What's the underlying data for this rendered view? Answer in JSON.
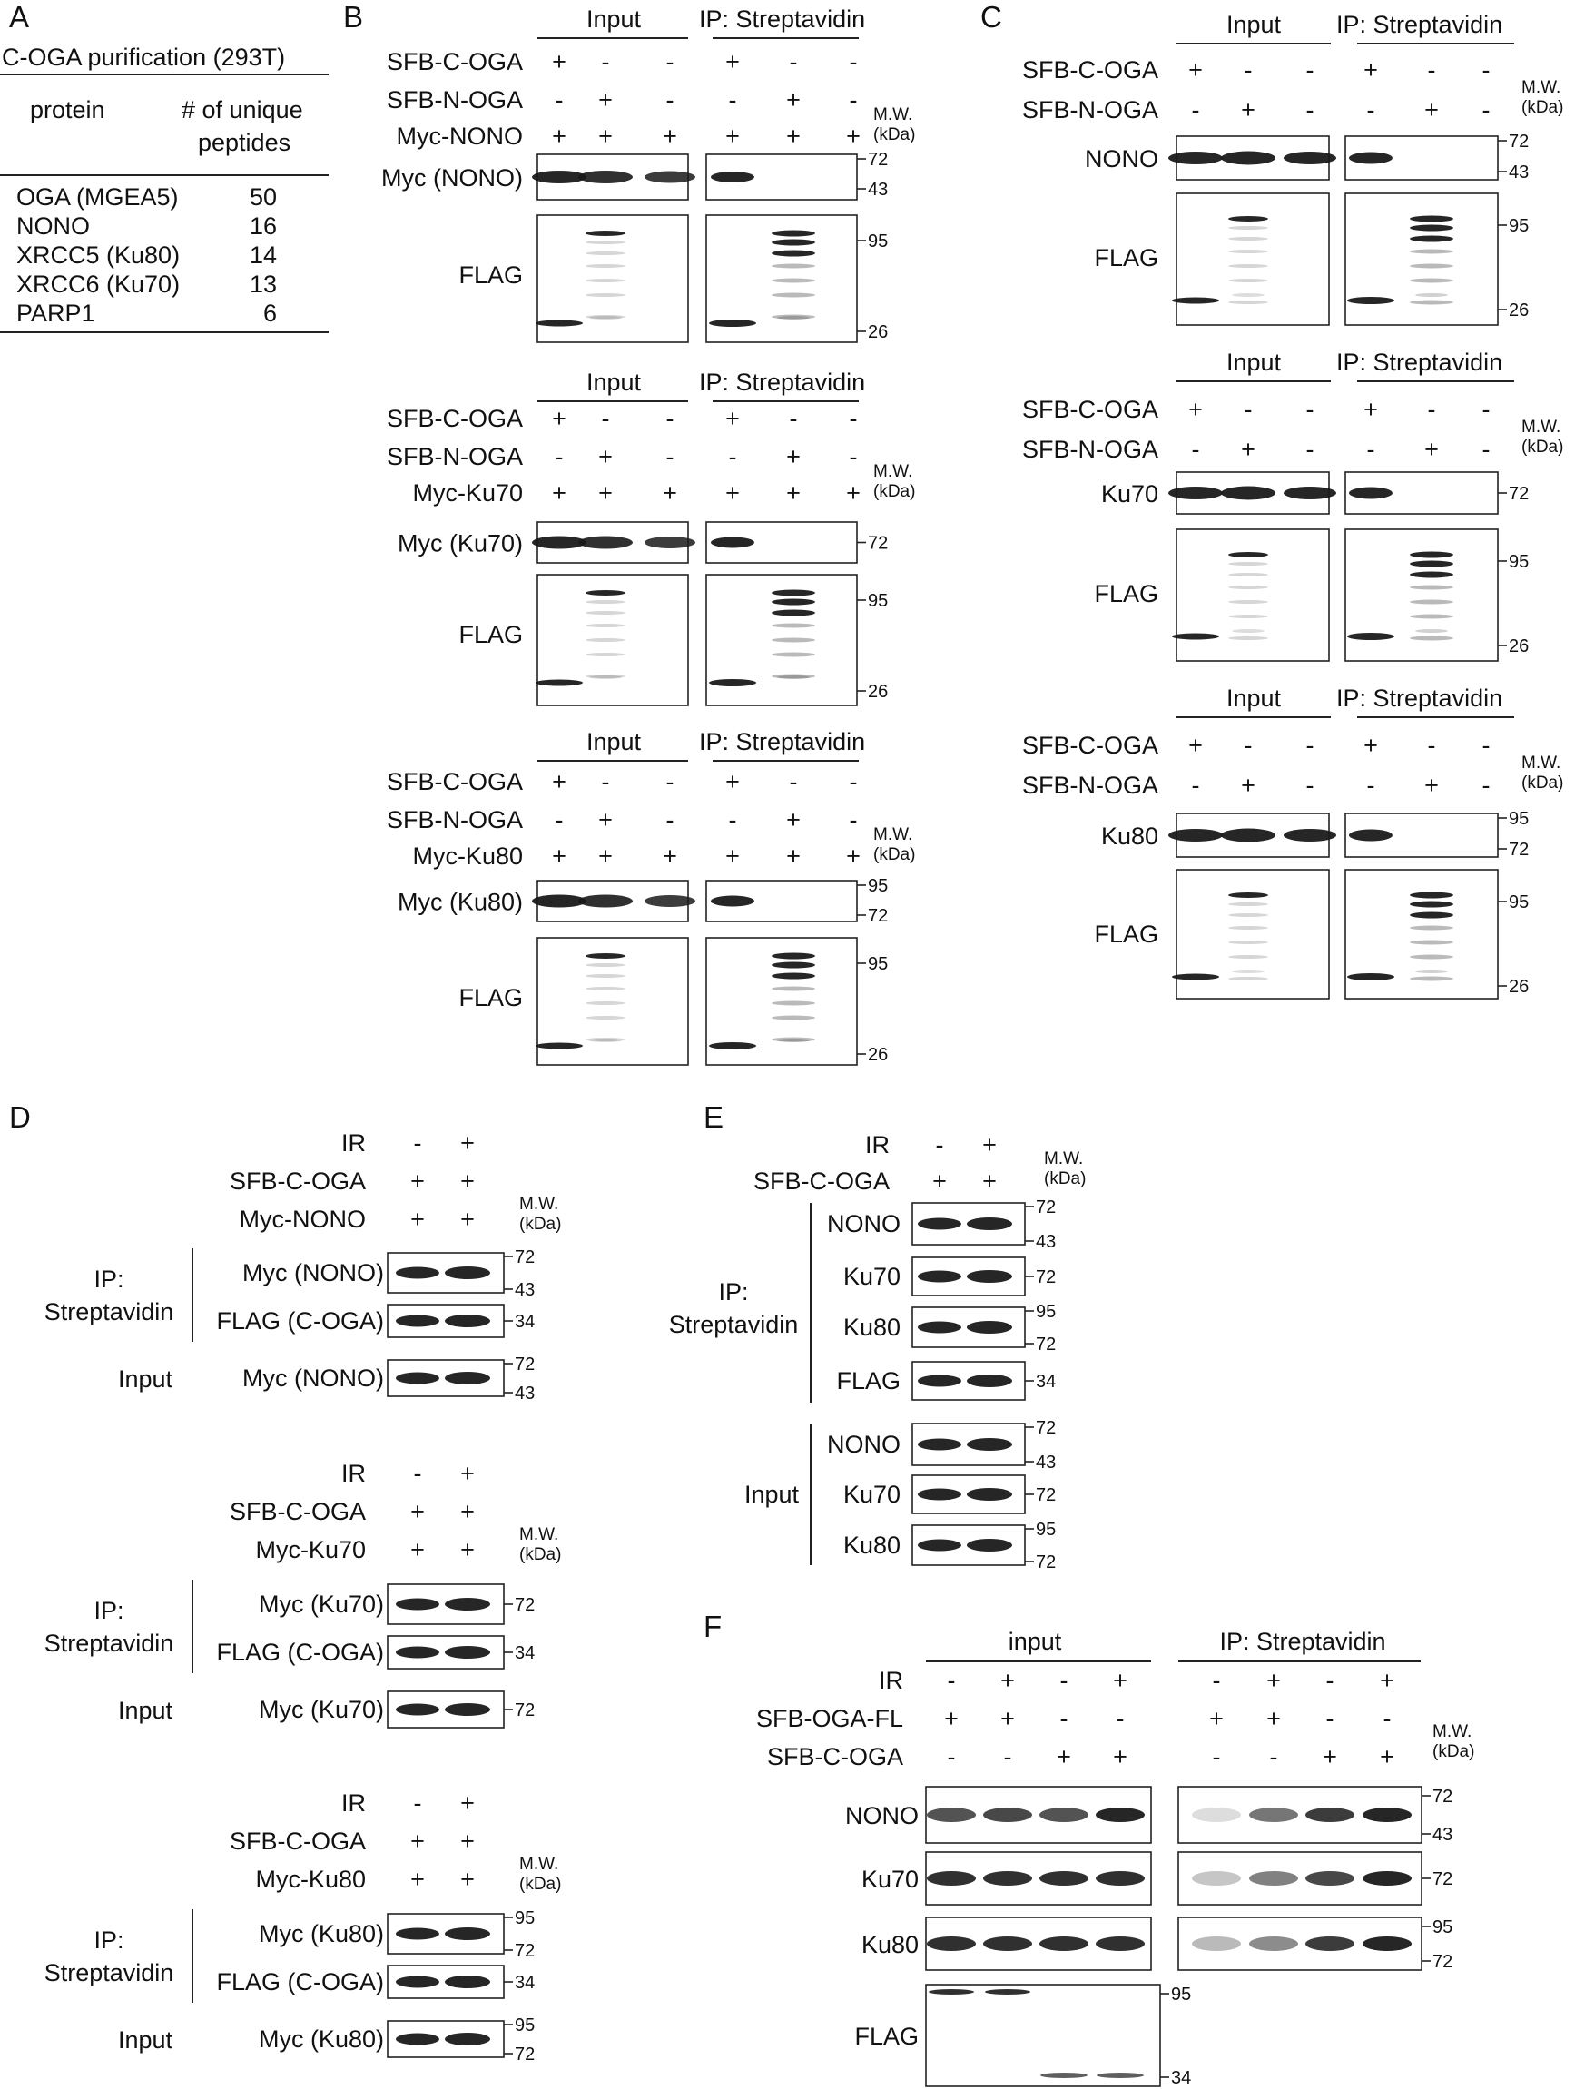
{
  "panels": {
    "A": {
      "letter": "A",
      "title": "C-OGA purification (293T)",
      "col_protein": "protein",
      "col_peptides_l1": "# of unique",
      "col_peptides_l2": "peptides",
      "rows": [
        {
          "protein": "OGA (MGEA5)",
          "peptides": "50"
        },
        {
          "protein": "NONO",
          "peptides": "16"
        },
        {
          "protein": "XRCC5 (Ku80)",
          "peptides": "14"
        },
        {
          "protein": "XRCC6 (Ku70)",
          "peptides": "13"
        },
        {
          "protein": "PARP1",
          "peptides": "6"
        }
      ]
    },
    "B": {
      "letter": "B",
      "blocks": [
        {
          "input": "Input",
          "ip": "IP: Streptavidin",
          "rows": [
            {
              "label": "SFB-C-OGA",
              "signs": [
                "+",
                "-",
                "-",
                "+",
                "-",
                "-"
              ]
            },
            {
              "label": "SFB-N-OGA",
              "signs": [
                "-",
                "+",
                "-",
                "-",
                "+",
                "-"
              ]
            },
            {
              "label": "Myc-NONO",
              "signs": [
                "+",
                "+",
                "+",
                "+",
                "+",
                "+"
              ]
            }
          ],
          "mw": [
            "M.W.",
            "(kDa)"
          ],
          "blots": [
            {
              "label": "Myc (NONO)",
              "markers": [
                "72",
                "43"
              ]
            },
            {
              "label": "FLAG",
              "markers": [
                "95",
                "26"
              ]
            }
          ]
        },
        {
          "input": "Input",
          "ip": "IP: Streptavidin",
          "rows": [
            {
              "label": "SFB-C-OGA",
              "signs": [
                "+",
                "-",
                "-",
                "+",
                "-",
                "-"
              ]
            },
            {
              "label": "SFB-N-OGA",
              "signs": [
                "-",
                "+",
                "-",
                "-",
                "+",
                "-"
              ]
            },
            {
              "label": "Myc-Ku70",
              "signs": [
                "+",
                "+",
                "+",
                "+",
                "+",
                "+"
              ]
            }
          ],
          "mw": [
            "M.W.",
            "(kDa)"
          ],
          "blots": [
            {
              "label": "Myc (Ku70)",
              "markers": [
                "72"
              ]
            },
            {
              "label": "FLAG",
              "markers": [
                "95",
                "26"
              ]
            }
          ]
        },
        {
          "input": "Input",
          "ip": "IP: Streptavidin",
          "rows": [
            {
              "label": "SFB-C-OGA",
              "signs": [
                "+",
                "-",
                "-",
                "+",
                "-",
                "-"
              ]
            },
            {
              "label": "SFB-N-OGA",
              "signs": [
                "-",
                "+",
                "-",
                "-",
                "+",
                "-"
              ]
            },
            {
              "label": "Myc-Ku80",
              "signs": [
                "+",
                "+",
                "+",
                "+",
                "+",
                "+"
              ]
            }
          ],
          "mw": [
            "M.W.",
            "(kDa)"
          ],
          "blots": [
            {
              "label": "Myc (Ku80)",
              "markers": [
                "95",
                "72"
              ]
            },
            {
              "label": "FLAG",
              "markers": [
                "95",
                "26"
              ]
            }
          ]
        }
      ]
    },
    "C": {
      "letter": "C",
      "blocks": [
        {
          "input": "Input",
          "ip": "IP: Streptavidin",
          "rows": [
            {
              "label": "SFB-C-OGA",
              "signs": [
                "+",
                "-",
                "-",
                "+",
                "-",
                "-"
              ]
            },
            {
              "label": "SFB-N-OGA",
              "signs": [
                "-",
                "+",
                "-",
                "-",
                "+",
                "-"
              ]
            }
          ],
          "mw": [
            "M.W.",
            "(kDa)"
          ],
          "blots": [
            {
              "label": "NONO",
              "markers": [
                "72",
                "43"
              ]
            },
            {
              "label": "FLAG",
              "markers": [
                "95",
                "26"
              ]
            }
          ]
        },
        {
          "input": "Input",
          "ip": "IP: Streptavidin",
          "rows": [
            {
              "label": "SFB-C-OGA",
              "signs": [
                "+",
                "-",
                "-",
                "+",
                "-",
                "-"
              ]
            },
            {
              "label": "SFB-N-OGA",
              "signs": [
                "-",
                "+",
                "-",
                "-",
                "+",
                "-"
              ]
            }
          ],
          "mw": [
            "M.W.",
            "(kDa)"
          ],
          "blots": [
            {
              "label": "Ku70",
              "markers": [
                "72"
              ]
            },
            {
              "label": "FLAG",
              "markers": [
                "95",
                "26"
              ]
            }
          ]
        },
        {
          "input": "Input",
          "ip": "IP: Streptavidin",
          "rows": [
            {
              "label": "SFB-C-OGA",
              "signs": [
                "+",
                "-",
                "-",
                "+",
                "-",
                "-"
              ]
            },
            {
              "label": "SFB-N-OGA",
              "signs": [
                "-",
                "+",
                "-",
                "-",
                "+",
                "-"
              ]
            }
          ],
          "mw": [
            "M.W.",
            "(kDa)"
          ],
          "blots": [
            {
              "label": "Ku80",
              "markers": [
                "95",
                "72"
              ]
            },
            {
              "label": "FLAG",
              "markers": [
                "95",
                "26"
              ]
            }
          ]
        }
      ]
    },
    "D": {
      "letter": "D",
      "blocks": [
        {
          "rows": [
            {
              "label": "IR",
              "signs": [
                "-",
                "+"
              ]
            },
            {
              "label": "SFB-C-OGA",
              "signs": [
                "+",
                "+"
              ]
            },
            {
              "label": "Myc-NONO",
              "signs": [
                "+",
                "+"
              ]
            }
          ],
          "mw": [
            "M.W.",
            "(kDa)"
          ],
          "ip_l1": "IP:",
          "ip_l2": "Streptavidin",
          "input": "Input",
          "blots": [
            {
              "label": "Myc (NONO)",
              "markers": [
                "72",
                "43"
              ]
            },
            {
              "label": "FLAG (C-OGA)",
              "markers": [
                "34"
              ]
            },
            {
              "label": "Myc (NONO)",
              "markers": [
                "72",
                "43"
              ]
            }
          ]
        },
        {
          "rows": [
            {
              "label": "IR",
              "signs": [
                "-",
                "+"
              ]
            },
            {
              "label": "SFB-C-OGA",
              "signs": [
                "+",
                "+"
              ]
            },
            {
              "label": "Myc-Ku70",
              "signs": [
                "+",
                "+"
              ]
            }
          ],
          "mw": [
            "M.W.",
            "(kDa)"
          ],
          "ip_l1": "IP:",
          "ip_l2": "Streptavidin",
          "input": "Input",
          "blots": [
            {
              "label": "Myc (Ku70)",
              "markers": [
                "72"
              ]
            },
            {
              "label": "FLAG (C-OGA)",
              "markers": [
                "34"
              ]
            },
            {
              "label": "Myc (Ku70)",
              "markers": [
                "72"
              ]
            }
          ]
        },
        {
          "rows": [
            {
              "label": "IR",
              "signs": [
                "-",
                "+"
              ]
            },
            {
              "label": "SFB-C-OGA",
              "signs": [
                "+",
                "+"
              ]
            },
            {
              "label": "Myc-Ku80",
              "signs": [
                "+",
                "+"
              ]
            }
          ],
          "mw": [
            "M.W.",
            "(kDa)"
          ],
          "ip_l1": "IP:",
          "ip_l2": "Streptavidin",
          "input": "Input",
          "blots": [
            {
              "label": "Myc (Ku80)",
              "markers": [
                "95",
                "72"
              ]
            },
            {
              "label": "FLAG (C-OGA)",
              "markers": [
                "34"
              ]
            },
            {
              "label": "Myc (Ku80)",
              "markers": [
                "95",
                "72"
              ]
            }
          ]
        }
      ]
    },
    "E": {
      "letter": "E",
      "rows": [
        {
          "label": "IR",
          "signs": [
            "-",
            "+"
          ]
        },
        {
          "label": "SFB-C-OGA",
          "signs": [
            "+",
            "+"
          ]
        }
      ],
      "mw": [
        "M.W.",
        "(kDa)"
      ],
      "ip_l1": "IP:",
      "ip_l2": "Streptavidin",
      "input": "Input",
      "blots": [
        {
          "label": "NONO",
          "markers": [
            "72",
            "43"
          ]
        },
        {
          "label": "Ku70",
          "markers": [
            "72"
          ]
        },
        {
          "label": "Ku80",
          "markers": [
            "95",
            "72"
          ]
        },
        {
          "label": "FLAG",
          "markers": [
            "34"
          ]
        },
        {
          "label": "NONO",
          "markers": [
            "72",
            "43"
          ]
        },
        {
          "label": "Ku70",
          "markers": [
            "72"
          ]
        },
        {
          "label": "Ku80",
          "markers": [
            "95",
            "72"
          ]
        }
      ]
    },
    "F": {
      "letter": "F",
      "input": "input",
      "ip": "IP: Streptavidin",
      "rows": [
        {
          "label": "IR",
          "signs": [
            "-",
            "+",
            "-",
            "+",
            "-",
            "+",
            "-",
            "+"
          ]
        },
        {
          "label": "SFB-OGA-FL",
          "signs": [
            "+",
            "+",
            "-",
            "-",
            "+",
            "+",
            "-",
            "-"
          ]
        },
        {
          "label": "SFB-C-OGA",
          "signs": [
            "-",
            "-",
            "+",
            "+",
            "-",
            "-",
            "+",
            "+"
          ]
        }
      ],
      "mw": [
        "M.W.",
        "(kDa)"
      ],
      "blots": [
        {
          "label": "NONO",
          "markers": [
            "72",
            "43"
          ]
        },
        {
          "label": "Ku70",
          "markers": [
            "72"
          ]
        },
        {
          "label": "Ku80",
          "markers": [
            "95",
            "72"
          ]
        },
        {
          "label": "FLAG",
          "markers": [
            "95",
            "34"
          ]
        }
      ]
    }
  }
}
